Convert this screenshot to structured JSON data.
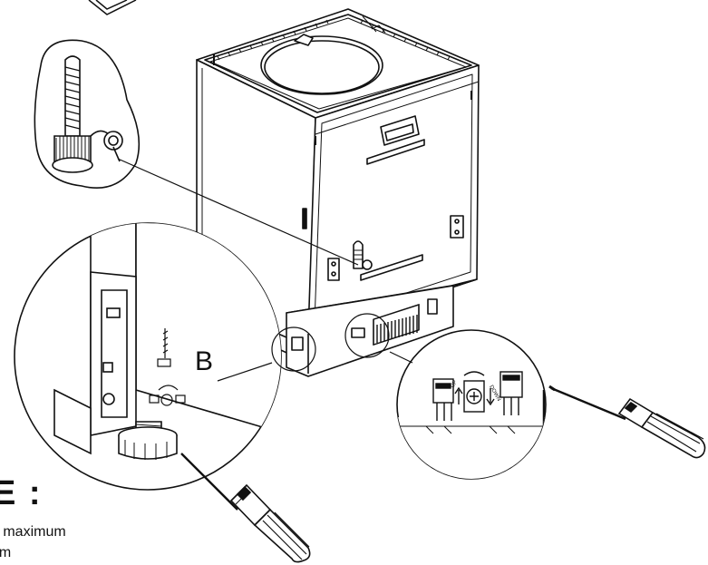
{
  "figure": {
    "callout_letter": "B",
    "note_title": "E :",
    "note_line_1": "e maximum",
    "note_line_2": "nm",
    "panel_labels": {
      "up": "UP",
      "down": "DOWN"
    }
  }
}
